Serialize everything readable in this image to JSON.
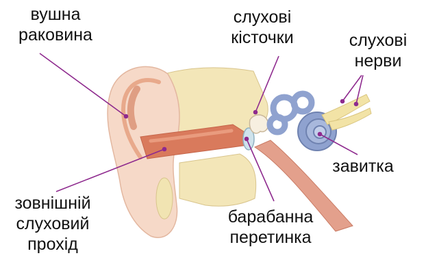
{
  "colors": {
    "pointer": "#8e2a8e",
    "skin": "#f6d9c8",
    "skin_shade": "#e8a98b",
    "canal": "#d97a5c",
    "bone": "#f3e6b8",
    "cochlea": "#8fa2cf",
    "nerve": "#f2e3a6",
    "tube": "#e3a08c"
  },
  "icons": {
    "outer_ear": "ear-illustration",
    "cochlea": "spiral-cochlea-illustration"
  },
  "labels": {
    "auricle": {
      "line1": "вушна",
      "line2": "раковина"
    },
    "ossicles": {
      "line1": "слухові",
      "line2": "кісточки"
    },
    "nerves": {
      "line1": "слухові",
      "line2": "нерви"
    },
    "cochlea": {
      "line1": "завитка"
    },
    "canal": {
      "line1": "зовнішній",
      "line2": "слуховий",
      "line3": "прохід"
    },
    "eardrum": {
      "line1": "барабанна",
      "line2": "перетинка"
    }
  }
}
